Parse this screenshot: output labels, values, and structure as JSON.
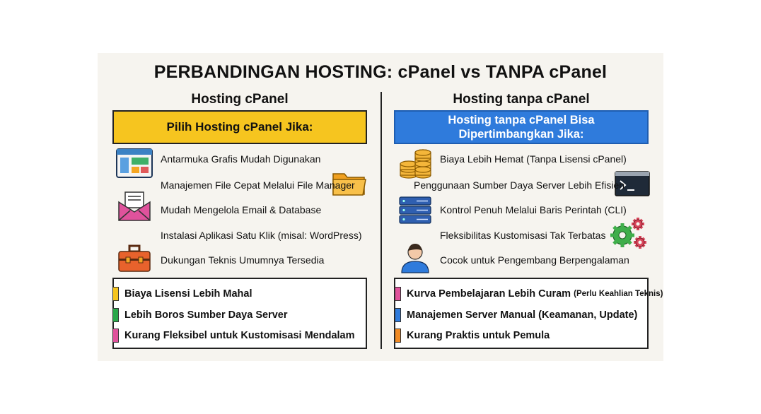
{
  "title": "PERBANDINGAN HOSTING: cPanel vs TANPA cPanel",
  "left": {
    "heading": "Hosting cPanel",
    "box_label": "Pilih Hosting cPanel Jika:",
    "features": [
      "Antarmuka Grafis Mudah Digunakan",
      "Manajemen File Cepat Melalui File Manager",
      "Mudah Mengelola Email & Database",
      "Instalasi Aplikasi Satu Klik (misal: WordPress)",
      "Dukungan Teknis Umumnya Tersedia"
    ],
    "cons": [
      {
        "text": "Biaya Lisensi Lebih Mahal",
        "color": "#f6c51f"
      },
      {
        "text": "Lebih Boros Sumber Daya Server",
        "color": "#2aa84a"
      },
      {
        "text": "Kurang Fleksibel untuk Kustomisasi Mendalam",
        "color": "#e0529c"
      }
    ]
  },
  "right": {
    "heading": "Hosting tanpa cPanel",
    "box_line1": "Hosting tanpa cPanel Bisa",
    "box_line2": "Dipertimbangkan Jika:",
    "features": [
      "Biaya Lebih Hemat (Tanpa Lisensi cPanel)",
      "Penggunaan Sumber Daya Server Lebih Efisien",
      "Kontrol Penuh Melalui Baris Perintah (CLI)",
      "Fleksibilitas Kustomisasi  Tak Terbatas",
      "Cocok untuk Pengembang Berpengalaman"
    ],
    "cons": [
      {
        "text": "Kurva Pembelajaran Lebih Curam",
        "note": "(Perlu Keahlian Teknis)",
        "color": "#e0529c"
      },
      {
        "text": "Manajemen Server Manual (Keamanan, Update)",
        "color": "#2f7bdc"
      },
      {
        "text": "Kurang Praktis untuk Pemula",
        "color": "#f08a24"
      }
    ]
  },
  "icons": {
    "left": [
      "browser-window-icon",
      "folder-icon",
      "envelope-icon",
      "toolbox-icon"
    ],
    "right": [
      "coins-icon",
      "terminal-icon",
      "server-icon",
      "gears-icon",
      "user-icon"
    ]
  }
}
